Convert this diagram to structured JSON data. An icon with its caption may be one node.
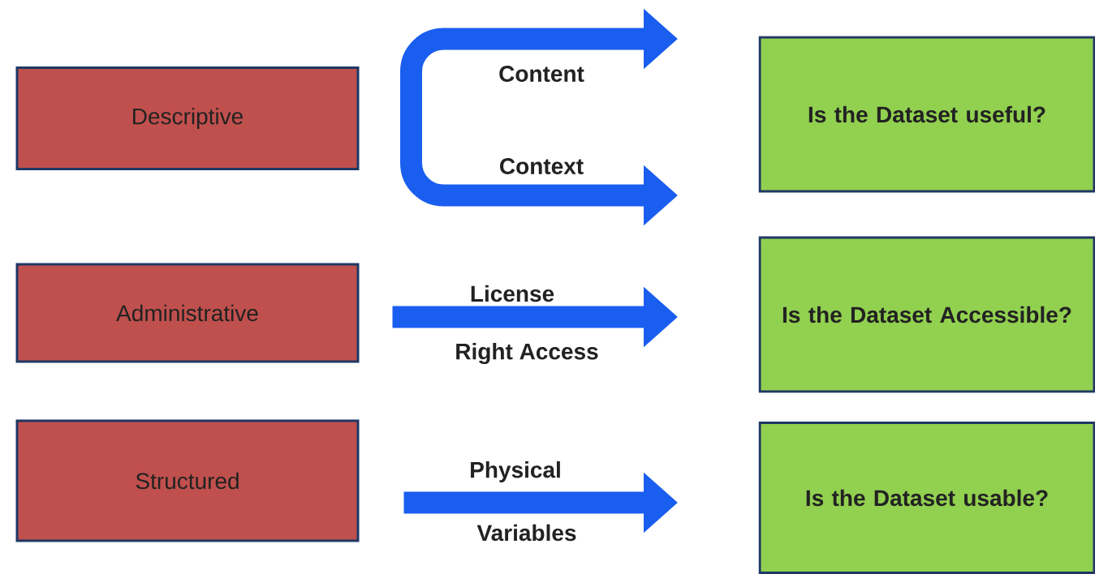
{
  "diagram": {
    "nodes": [
      {
        "text": [
          "Descriptive"
        ]
      },
      {
        "text": [
          "Administrative"
        ]
      },
      {
        "text": [
          "Structured"
        ]
      },
      {
        "text": [
          "Is the Dataset useful?"
        ]
      },
      {
        "text": [
          "Is the Dataset Accessible?"
        ]
      },
      {
        "text": [
          "Is the Dataset usable?"
        ]
      }
    ],
    "edges": [
      {
        "from": 0,
        "to": null,
        "arrow": "to",
        "label": "Content"
      },
      {
        "from": 0,
        "to": null,
        "arrow": "to",
        "label": "Context"
      },
      {
        "from": 1,
        "to": null,
        "arrow": "to",
        "label": "License"
      },
      {
        "from": 2,
        "to": null,
        "arrow": "to",
        "label": "Physical"
      }
    ],
    "labels": [
      "Right Access",
      "Variables"
    ]
  }
}
